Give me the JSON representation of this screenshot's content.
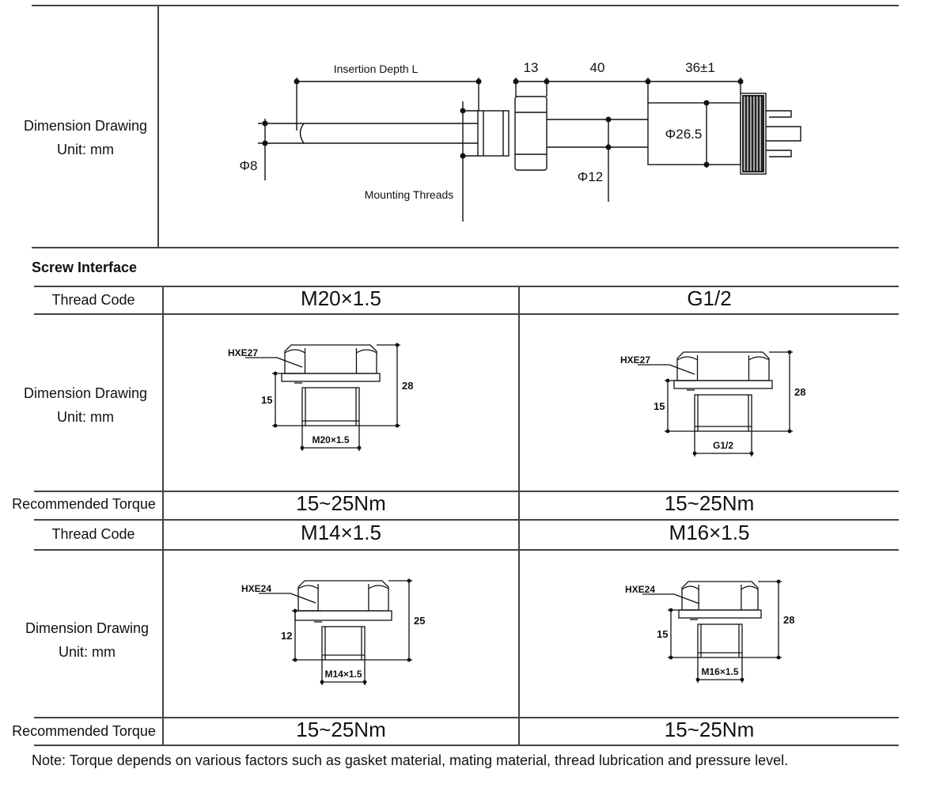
{
  "top_section": {
    "label_line1": "Dimension Drawing",
    "label_line2": "Unit: mm",
    "drawing": {
      "insertion_depth": "Insertion Depth L",
      "dim_13": "13",
      "dim_40": "40",
      "dim_36": "36±1",
      "phi_26_5": "Φ26.5",
      "phi_8": "Φ8",
      "phi_12": "Φ12",
      "mounting_threads": "Mounting Threads"
    }
  },
  "heading": "Screw Interface",
  "labels": {
    "thread_code": "Thread Code",
    "dimension_drawing": "Dimension Drawing",
    "unit": "Unit: mm",
    "recommended_torque": "Recommended Torque"
  },
  "screws": [
    {
      "code": "M20×1.5",
      "hex": "HXE27",
      "height": "28",
      "thread_len": "15",
      "thread_label": "M20×1.5",
      "torque": "15~25Nm"
    },
    {
      "code": "G1/2",
      "hex": "HXE27",
      "height": "28",
      "thread_len": "15",
      "thread_label": "G1/2",
      "torque": "15~25Nm"
    },
    {
      "code": "M14×1.5",
      "hex": "HXE24",
      "height": "25",
      "thread_len": "12",
      "thread_label": "M14×1.5",
      "torque": "15~25Nm"
    },
    {
      "code": "M16×1.5",
      "hex": "HXE24",
      "height": "28",
      "thread_len": "15",
      "thread_label": "M16×1.5",
      "torque": "15~25Nm"
    }
  ],
  "note": "Note: Torque depends on various factors such as gasket material, mating material, thread lubrication and pressure level."
}
